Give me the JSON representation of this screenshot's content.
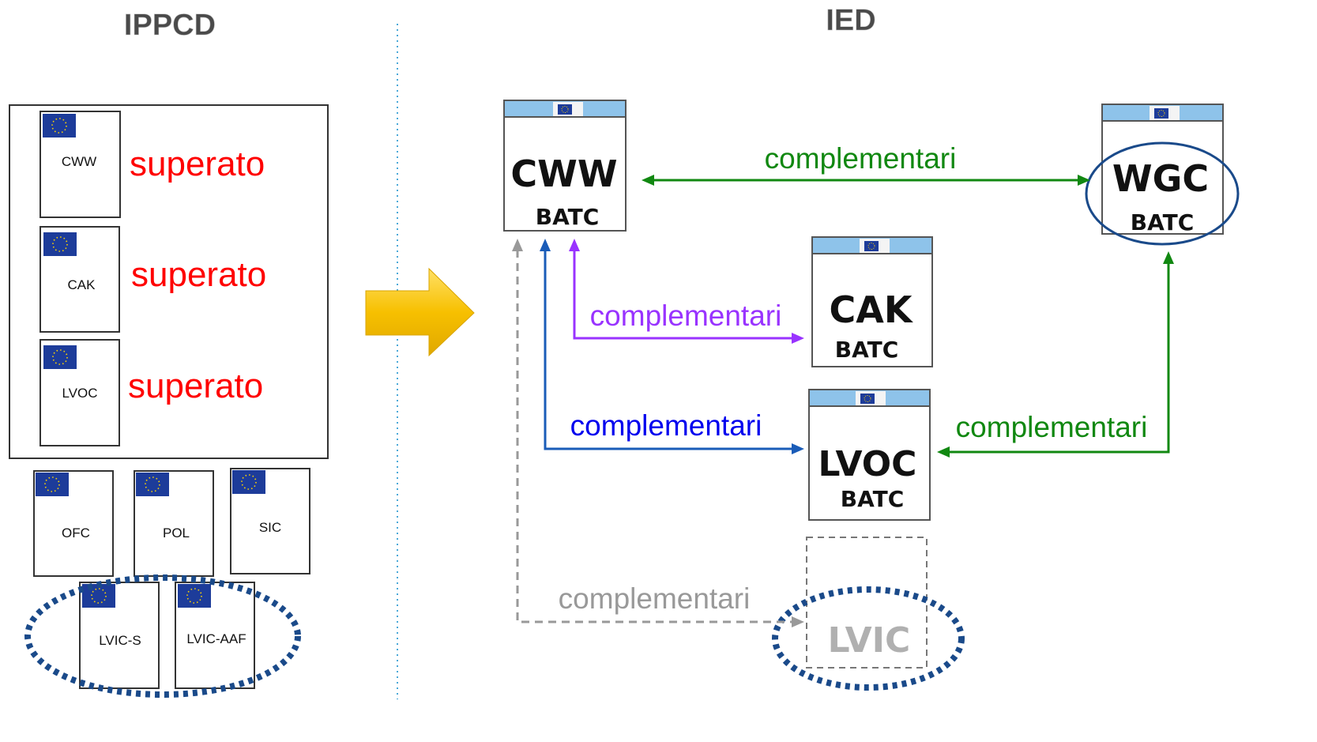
{
  "colors": {
    "superato": "#ff0000",
    "green": "#118811",
    "purple": "#9933ff",
    "blue": "#0000ee",
    "blue_arrow": "#1a5cb8",
    "gray": "#999999",
    "eu_blue": "#1d3c9a",
    "eu_star": "#ffd400",
    "header_bar": "#8ec3ea",
    "ellipse": "#1a4a8a",
    "dotted_line": "#4aa8d8",
    "arrow_yellow": "#f7c000"
  },
  "left": {
    "title": "IPPCD",
    "grouped_docs": [
      {
        "label": "CWW",
        "status": "superato"
      },
      {
        "label": "CAK",
        "status": "superato"
      },
      {
        "label": "LVOC",
        "status": "superato"
      }
    ],
    "other_docs": [
      {
        "label": "OFC"
      },
      {
        "label": "POL"
      },
      {
        "label": "SIC"
      }
    ],
    "circled_docs": [
      {
        "label": "LVIC-S"
      },
      {
        "label": "LVIC-AAF"
      }
    ]
  },
  "right": {
    "title": "IED",
    "cards": {
      "cww": {
        "title": "CWW",
        "subtitle": "BATC"
      },
      "wgc": {
        "title": "WGC",
        "subtitle": "BATC"
      },
      "cak": {
        "title": "CAK",
        "subtitle": "BATC"
      },
      "lvoc": {
        "title": "LVOC",
        "subtitle": "BATC"
      },
      "lvic": {
        "title": "LVIC"
      }
    },
    "relations": {
      "cww_wgc": "complementari",
      "cww_cak": "complementari",
      "cww_lvoc": "complementari",
      "wgc_lvoc": "complementari",
      "cww_lvic": "complementari"
    }
  }
}
